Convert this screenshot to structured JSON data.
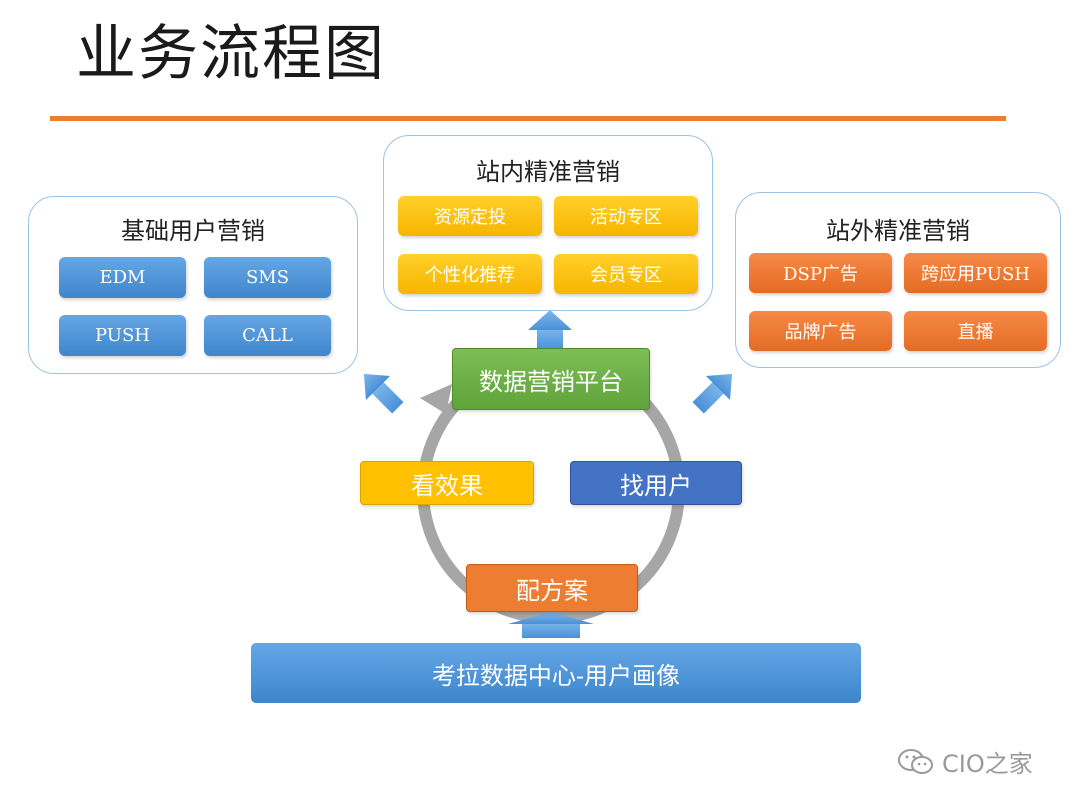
{
  "title": "业务流程图",
  "panels": {
    "basic": {
      "title": "基础用户营销",
      "items": [
        "EDM",
        "SMS",
        "PUSH",
        "CALL"
      ]
    },
    "onsite": {
      "title": "站内精准营销",
      "items": [
        "资源定投",
        "活动专区",
        "个性化推荐",
        "会员专区"
      ]
    },
    "offsite": {
      "title": "站外精准营销",
      "items": [
        "DSP广告",
        "跨应用PUSH",
        "品牌广告",
        "直播"
      ]
    }
  },
  "cycle": {
    "platform": "数据营销平台",
    "left": "看效果",
    "right": "找用户",
    "bottom": "配方案"
  },
  "foundation": "考拉数据中心-用户画像",
  "watermark": "CIO之家",
  "colors": {
    "accent_orange": "#ED7D31",
    "blue": "#4A90D9",
    "yellow": "#FFC000",
    "green": "#70AD47",
    "dark_blue": "#4472C4",
    "gray_ring": "#A6A6A6"
  }
}
